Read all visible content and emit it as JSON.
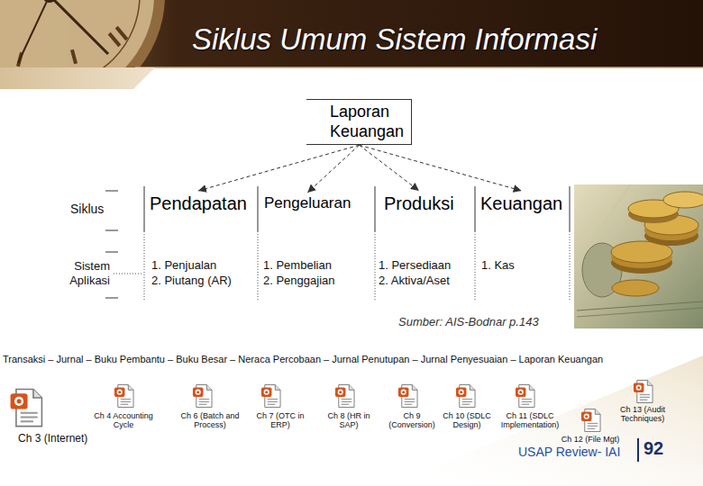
{
  "diagram": {
    "title": "Siklus Umum Sistem Informasi",
    "caption": "Sumber: AIS-Bodnar p.143",
    "nodes": [
      {
        "text": [
          "Laporan Keuangan"
        ]
      },
      {
        "text": [
          "Pendapatan"
        ]
      },
      {
        "text": [
          "Pengeluaran"
        ]
      },
      {
        "text": [
          "Produksi"
        ]
      },
      {
        "text": [
          "Keuangan"
        ]
      }
    ],
    "edges": [
      {
        "from": 0,
        "to": 1,
        "arrow": "to"
      },
      {
        "from": 0,
        "to": 2,
        "arrow": "to"
      },
      {
        "from": 0,
        "to": 3,
        "arrow": "to"
      },
      {
        "from": 0,
        "to": 4,
        "arrow": "to"
      }
    ],
    "labels": [
      "Siklus",
      "Sistem Aplikasi",
      "1. Penjualan",
      "2. Piutang (AR)",
      "1. Pembelian",
      "2. Penggajian",
      "1. Persediaan",
      "2. Aktiva/Aset",
      "1. Kas",
      "Transaksi – Jurnal – Buku Pembantu – Buku Besar – Neraca Percobaan – Jurnal Penutupan – Jurnal Penyesuaian – Laporan Keuangan",
      "Ch 3 (Internet)",
      "Ch 4 Accounting Cycle",
      "Ch 6 (Batch and Process)",
      "Ch 7 (OTC in ERP)",
      "Ch 8 (HR in SAP)",
      "Ch 9 (Conversion)",
      "Ch 10 (SDLC Design)",
      "Ch 11 (SDLC Implementation)",
      "Ch 12 (File Mgt)",
      "Ch 13 (Audit Techniques)",
      "USAP Review- IAI",
      "92"
    ]
  }
}
